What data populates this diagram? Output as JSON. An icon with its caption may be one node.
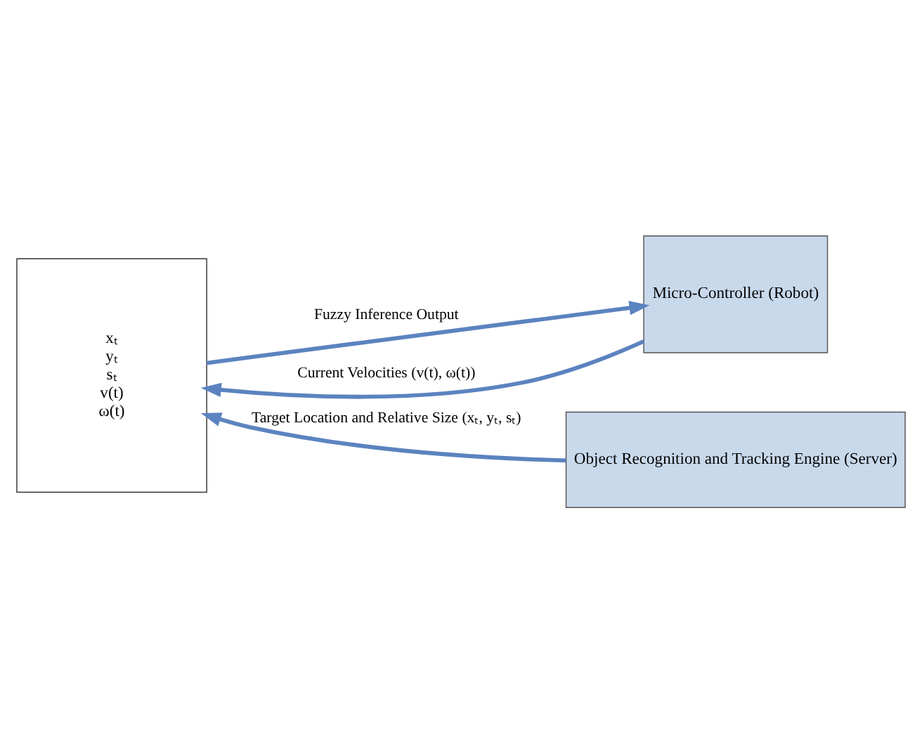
{
  "diagram": {
    "nodes": [
      {
        "text": [
          "xₜ",
          "yₜ",
          "sₜ",
          "v(t)",
          "ω(t)"
        ]
      },
      {
        "text": [
          "Micro-Controller (Robot)"
        ]
      },
      {
        "text": [
          "Object Recognition and Tracking Engine (Server)"
        ]
      }
    ],
    "edges": [
      {
        "from": 0,
        "to": 1,
        "arrow": "to",
        "label": "Fuzzy Inference Output"
      },
      {
        "from": 1,
        "to": 0,
        "arrow": "to",
        "label": "Current Velocities (v(t), ω(t))"
      },
      {
        "from": 2,
        "to": 0,
        "arrow": "to",
        "label": "Target Location and Relative Size (xₜ, yₜ, sₜ)"
      }
    ]
  }
}
